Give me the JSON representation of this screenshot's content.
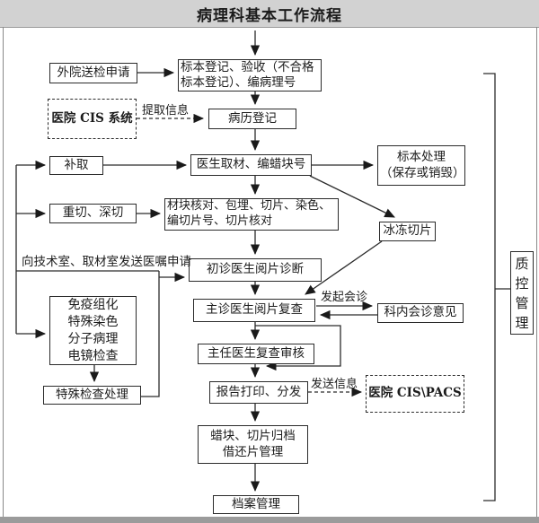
{
  "title": "病理科基本工作流程",
  "nodes": {
    "external_request": {
      "label": "外院送检申请"
    },
    "specimen_register": {
      "lines": [
        "标本登记、验收（不合格",
        "标本登记）、编病理号"
      ]
    },
    "hospital_cis": {
      "label": "医院 CIS 系统"
    },
    "case_register": {
      "label": "病历登记"
    },
    "retake": {
      "label": "补取"
    },
    "doctor_sampling": {
      "label": "医生取材、编蜡块号"
    },
    "specimen_handling": {
      "lines": [
        "标本处理",
        "（保存或销毁）"
      ]
    },
    "recut": {
      "label": "重切、深切"
    },
    "block_check": {
      "lines": [
        "材块核对、包埋、切片、染色、",
        "编切片号、切片核对"
      ]
    },
    "frozen_section": {
      "label": "冰冻切片"
    },
    "initial_diagnosis": {
      "label": "初诊医生阅片诊断"
    },
    "attending_review": {
      "label": "主诊医生阅片复查"
    },
    "dept_consultation": {
      "label": "科内会诊意见"
    },
    "special_tests": {
      "lines": [
        "免疫组化",
        "特殊染色",
        "分子病理",
        "电镜检查"
      ]
    },
    "special_processing": {
      "label": "特殊检查处理"
    },
    "chief_review": {
      "label": "主任医生复查审核"
    },
    "report_print": {
      "label": "报告打印、分发"
    },
    "hospital_cis_pacs": {
      "label": "医院 CIS\\PACS"
    },
    "archive_slides": {
      "lines": [
        "蜡块、切片归档",
        "借还片管理"
      ]
    },
    "archive_mgmt": {
      "label": "档案管理"
    },
    "qc_mgmt": {
      "label": "质控管理"
    }
  },
  "edge_labels": {
    "extract_info": "提取信息",
    "send_order": "向技术室、取材室发送医嘱申请",
    "start_consult": "发起会诊",
    "send_info": "发送信息"
  }
}
